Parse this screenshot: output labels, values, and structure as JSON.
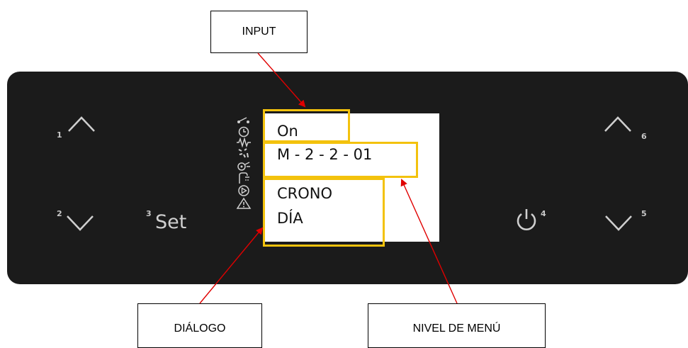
{
  "callouts": {
    "input": "INPUT",
    "dialogo": "DIÁLOGO",
    "nivel_menu": "NIVEL DE MENÚ"
  },
  "screen": {
    "line1": "On",
    "line2": "M - 2 - 2 - 01",
    "line3": "CRONO",
    "line4": "DÍA"
  },
  "controls": {
    "set_label": "Set",
    "num_up_left": "1",
    "num_down_left": "2",
    "num_set": "3",
    "num_power": "4",
    "num_down_right": "5",
    "num_up_right": "6"
  },
  "status_icons": [
    "switch-icon",
    "clock-icon",
    "wave-icon",
    "pellet-icon",
    "fan-icon",
    "shower-icon",
    "play-icon",
    "warning-icon"
  ],
  "colors": {
    "panel": "#1b1b1b",
    "highlight": "#f3c20d",
    "pointer": "#e00000"
  }
}
